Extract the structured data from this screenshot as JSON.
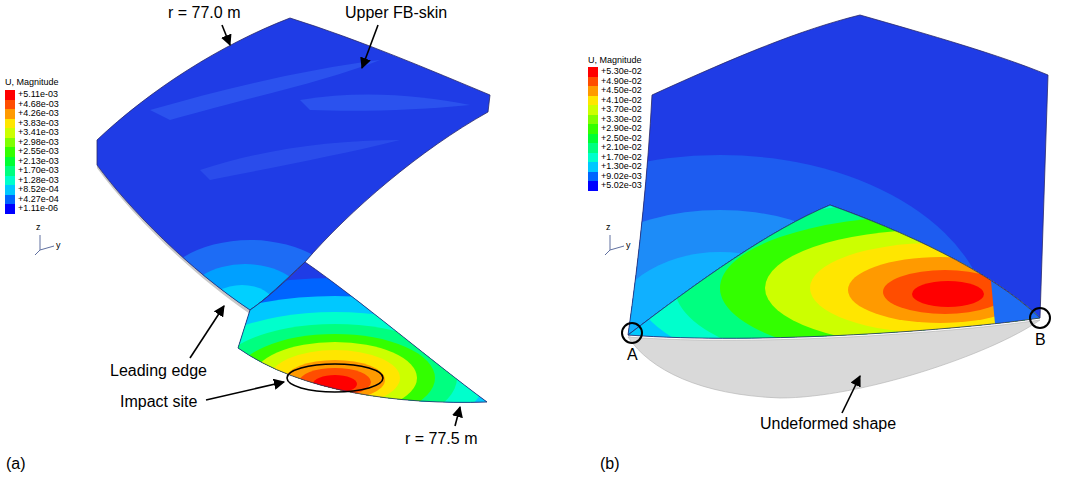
{
  "diagram": {
    "labels": [
      "U, Magnitude",
      "z",
      "y",
      "r = 77.0 m",
      "Upper FB-skin",
      "Leading edge",
      "Impact site",
      "r = 77.5 m",
      "(a)",
      "U, Magnitude",
      "z",
      "y",
      "A",
      "B",
      "Undeformed shape",
      "(b)"
    ],
    "legend": [
      {
        "text": "+5.11e-03",
        "color": "#ff0000"
      },
      {
        "text": "+4.68e-03",
        "color": "#ff4d00"
      },
      {
        "text": "+4.26e-03",
        "color": "#ff9a00"
      },
      {
        "text": "+3.83e-03",
        "color": "#ffe600"
      },
      {
        "text": "+3.41e-03",
        "color": "#ccff00"
      },
      {
        "text": "+2.98e-03",
        "color": "#80ff00"
      },
      {
        "text": "+2.55e-03",
        "color": "#33ff00"
      },
      {
        "text": "+2.13e-03",
        "color": "#00ff33"
      },
      {
        "text": "+1.70e-03",
        "color": "#00ff80"
      },
      {
        "text": "+1.28e-03",
        "color": "#00ffcc"
      },
      {
        "text": "+8.52e-04",
        "color": "#00c8ff"
      },
      {
        "text": "+4.27e-04",
        "color": "#0064ff"
      },
      {
        "text": "+1.11e-06",
        "color": "#0000ff"
      },
      {
        "text": "+5.30e-02",
        "color": "#ff0000"
      },
      {
        "text": "+4.90e-02",
        "color": "#ff4d00"
      },
      {
        "text": "+4.50e-02",
        "color": "#ff9a00"
      },
      {
        "text": "+4.10e-02",
        "color": "#ffe600"
      },
      {
        "text": "+3.70e-02",
        "color": "#ccff00"
      },
      {
        "text": "+3.30e-02",
        "color": "#80ff00"
      },
      {
        "text": "+2.90e-02",
        "color": "#33ff00"
      },
      {
        "text": "+2.50e-02",
        "color": "#00ff33"
      },
      {
        "text": "+2.10e-02",
        "color": "#00ff80"
      },
      {
        "text": "+1.70e-02",
        "color": "#00ffcc"
      },
      {
        "text": "+1.30e-02",
        "color": "#00c8ff"
      },
      {
        "text": "+9.02e-03",
        "color": "#0064ff"
      },
      {
        "text": "+5.02e-03",
        "color": "#0000ff"
      }
    ]
  }
}
